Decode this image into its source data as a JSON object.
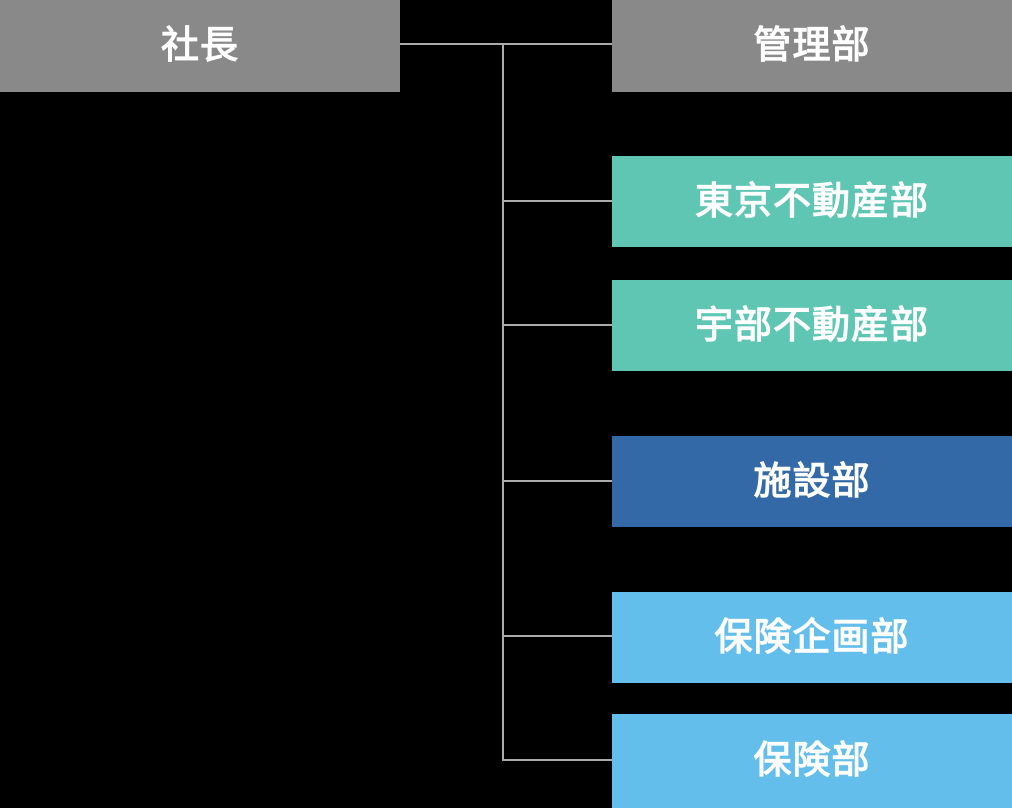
{
  "org_chart": {
    "type": "organization-chart",
    "background": "#000000",
    "connector_color": "#ababab",
    "text_color": "#ffffff",
    "root": {
      "id": "president",
      "label": "社長",
      "color": "#898989"
    },
    "departments": [
      {
        "id": "management",
        "label": "管理部",
        "color": "#898989"
      },
      {
        "id": "tokyo-real-estate",
        "label": "東京不動産部",
        "color": "#5fc6b3"
      },
      {
        "id": "ube-real-estate",
        "label": "宇部不動産部",
        "color": "#5fc6b3"
      },
      {
        "id": "facilities",
        "label": "施設部",
        "color": "#3269a6"
      },
      {
        "id": "insurance-planning",
        "label": "保険企画部",
        "color": "#63beeb"
      },
      {
        "id": "insurance",
        "label": "保険部",
        "color": "#63beeb"
      }
    ],
    "edges": [
      [
        "president",
        "management"
      ],
      [
        "president",
        "tokyo-real-estate"
      ],
      [
        "president",
        "ube-real-estate"
      ],
      [
        "president",
        "facilities"
      ],
      [
        "president",
        "insurance-planning"
      ],
      [
        "president",
        "insurance"
      ]
    ]
  }
}
